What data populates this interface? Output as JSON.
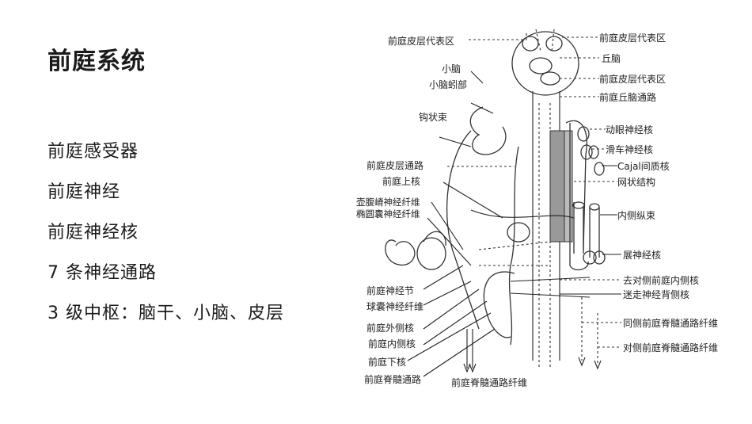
{
  "slide": {
    "title": "前庭系统",
    "bullets": [
      "前庭感受器",
      "前庭神经",
      "前庭神经核",
      "7 条神经通路",
      "3 级中枢：脑干、小脑、皮层"
    ]
  },
  "figure": {
    "labels": {
      "cortex_left": "前庭皮层代表区",
      "cerebellum": "小脑",
      "vermis": "小脑蚓部",
      "uncinate": "钩状束",
      "cortex_path": "前庭皮层通路",
      "superior_nucleus": "前庭上核",
      "ampulla_fibers": "壶腹嵴神经纤维",
      "saccule_fibers": "椭圆囊神经纤维",
      "ganglion": "前庭神经节",
      "saccule_nerve": "球囊神经纤维",
      "lateral_nucleus": "前庭外侧核",
      "medial_nucleus": "前庭内侧核",
      "inferior_nucleus": "前庭下核",
      "spinal_tract": "前庭脊髓通路",
      "spinal_fibers": "前庭脊髓通路纤维",
      "cortex_right_top": "前庭皮层代表区",
      "thalamus": "丘脑",
      "cortex_right_mid": "前庭皮层代表区",
      "thalamic_path": "前庭丘脑通路",
      "oculomotor": "动眼神经核",
      "trochlear": "滑车神经核",
      "cajal": "Cajal间质核",
      "reticular": "网状结构",
      "mlf": "内侧纵束",
      "abducens": "展神经核",
      "contra_medial": "去对侧前庭内侧核",
      "vagus_dorsal": "迷走神经背侧核",
      "ipsi_spinal": "同侧前庭脊髓通路纤维",
      "contra_spinal": "对侧前庭脊髓通路纤维"
    }
  }
}
